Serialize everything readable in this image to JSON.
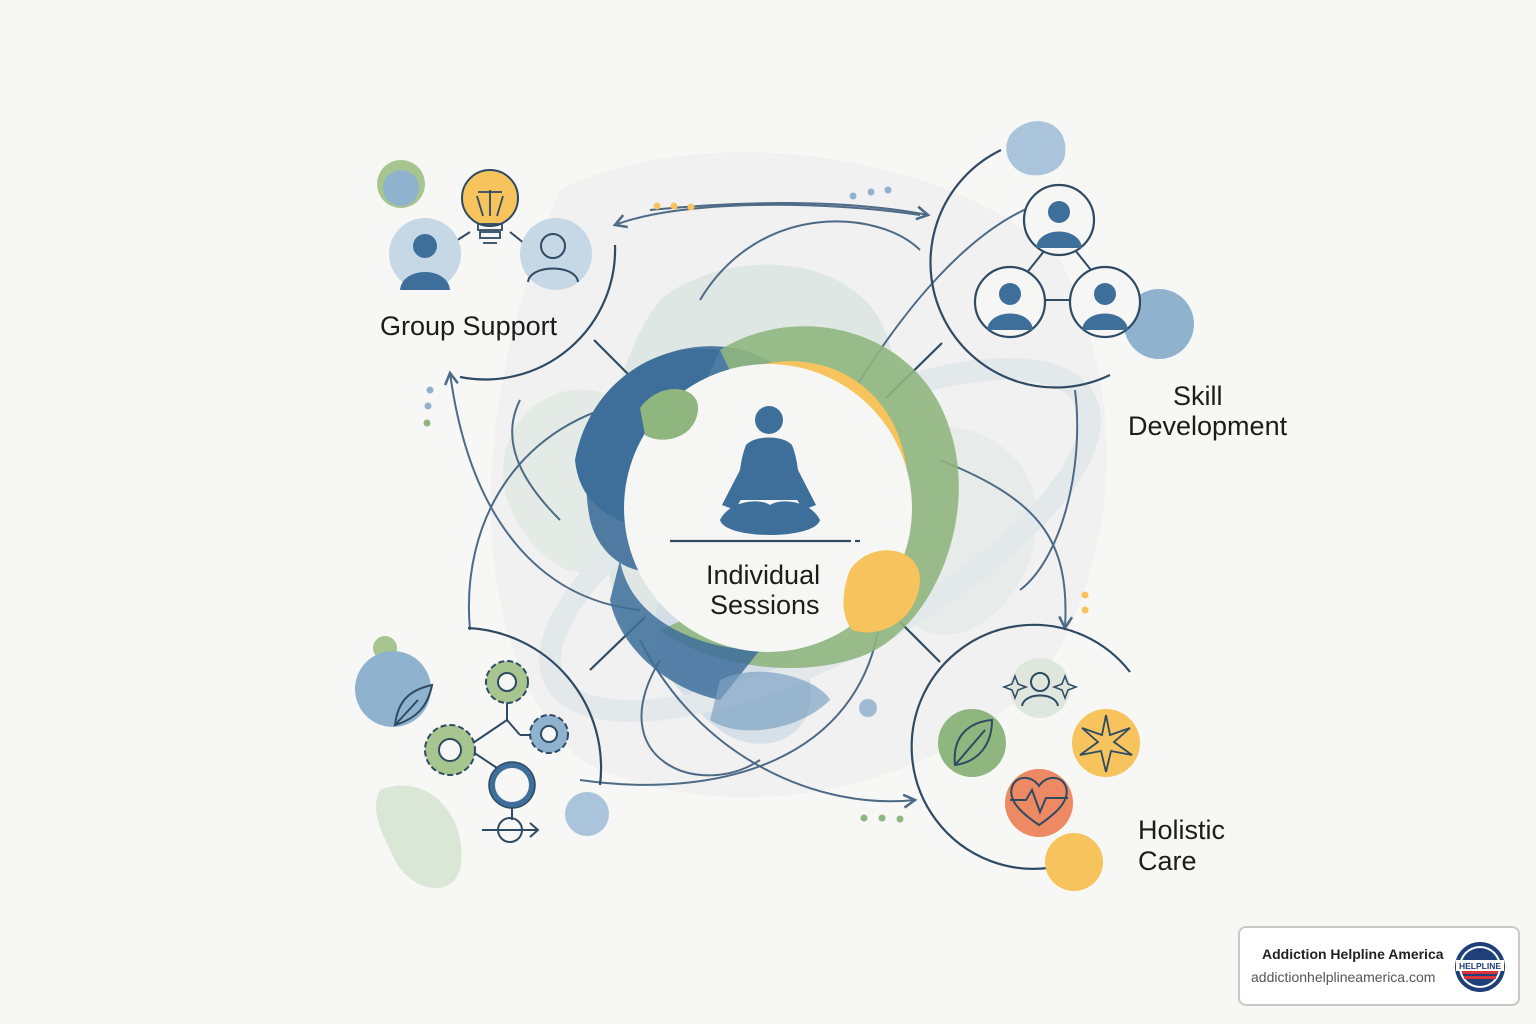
{
  "diagram": {
    "center": {
      "label_line1": "Individual",
      "label_line2": "Sessions"
    },
    "nodes": [
      {
        "id": "group-support",
        "label": "Group Support"
      },
      {
        "id": "skill-development",
        "label_line1": "Skill",
        "label_line2": "Development"
      },
      {
        "id": "holistic-care",
        "label_line1": "Holistic",
        "label_line2": "Care"
      }
    ]
  },
  "badge": {
    "name": "Addiction Helpline America",
    "url": "addictionhelplineamerica.com",
    "seal_text": "HELPLINE"
  },
  "colors": {
    "blue": "#3e6f9b",
    "light_blue": "#8fb2cf",
    "green": "#8fb67e",
    "yellow": "#f6c35d",
    "orange": "#ee8a63",
    "line": "#3b5670"
  }
}
